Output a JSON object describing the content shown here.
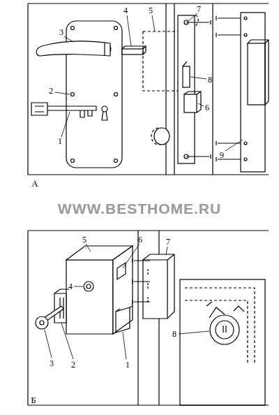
{
  "diagram": {
    "labels": [
      "А",
      "1",
      "2",
      "3",
      "4",
      "5",
      "6",
      "7",
      "8",
      "9",
      "WWW.BESTHOME.RU",
      "Б",
      "1",
      "2",
      "3",
      "4",
      "5",
      "6",
      "7",
      "8"
    ]
  }
}
